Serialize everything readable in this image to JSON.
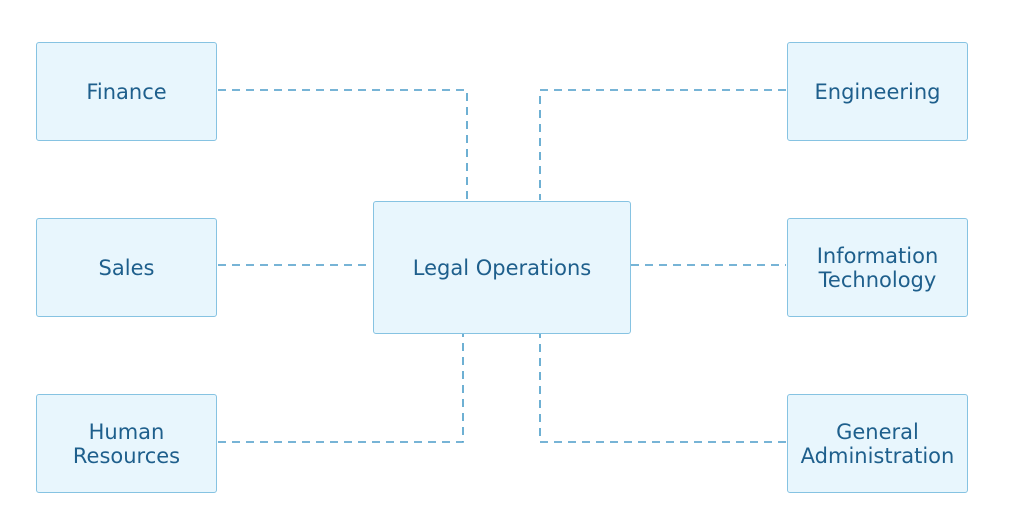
{
  "center": {
    "label": "Legal Operations"
  },
  "departments": {
    "finance": "Finance",
    "sales": "Sales",
    "human_resources": [
      "Human",
      "Resources"
    ],
    "engineering": "Engineering",
    "information_technology": [
      "Information",
      "Technology"
    ],
    "general_administration": [
      "General",
      "Administration"
    ]
  },
  "colors": {
    "box_fill": "#e8f6fd",
    "box_border": "#86c3e2",
    "text": "#1e5f8c",
    "connector": "#4a9cc8"
  }
}
